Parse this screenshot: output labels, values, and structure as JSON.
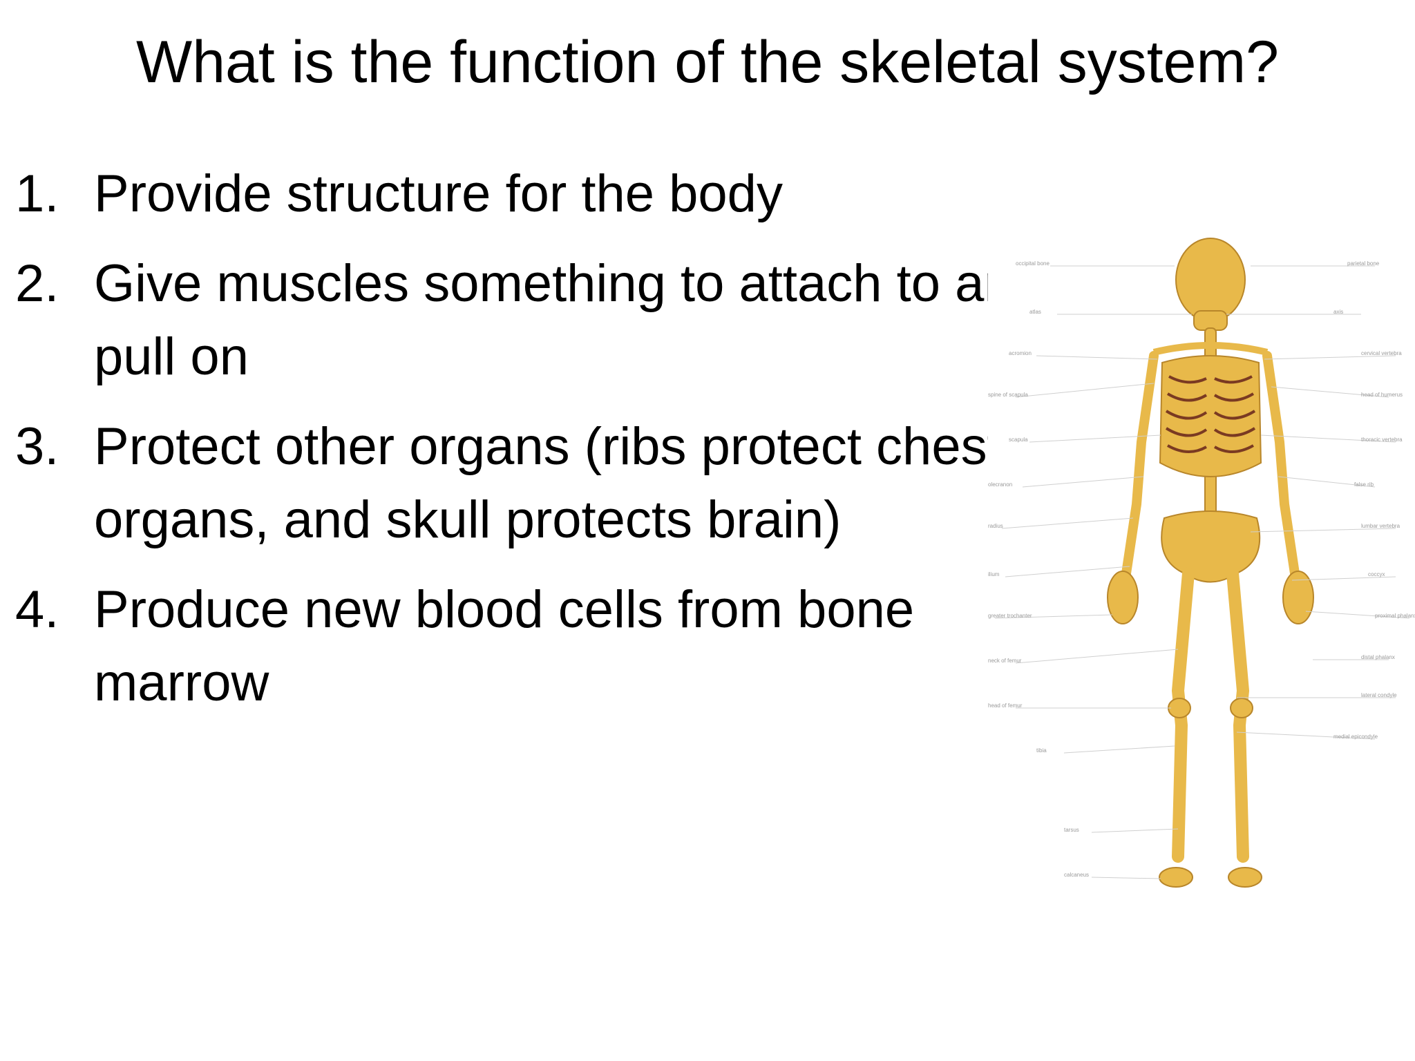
{
  "slide": {
    "title": "What is the function of the skeletal system?",
    "items": [
      {
        "number": "1.",
        "text": "Provide structure for the body"
      },
      {
        "number": "2.",
        "text": "Give muscles something to attach to and pull on"
      },
      {
        "number": "3.",
        "text": "Protect other organs (ribs protect chest organs, and skull protects brain)"
      },
      {
        "number": "4.",
        "text": "Produce new blood cells from bone marrow"
      }
    ]
  },
  "figure": {
    "icon": "skeleton-illustration",
    "bone_color": "#e8b94a",
    "outline_color": "#b8862a",
    "rib_gap_color": "#7a3a22"
  }
}
